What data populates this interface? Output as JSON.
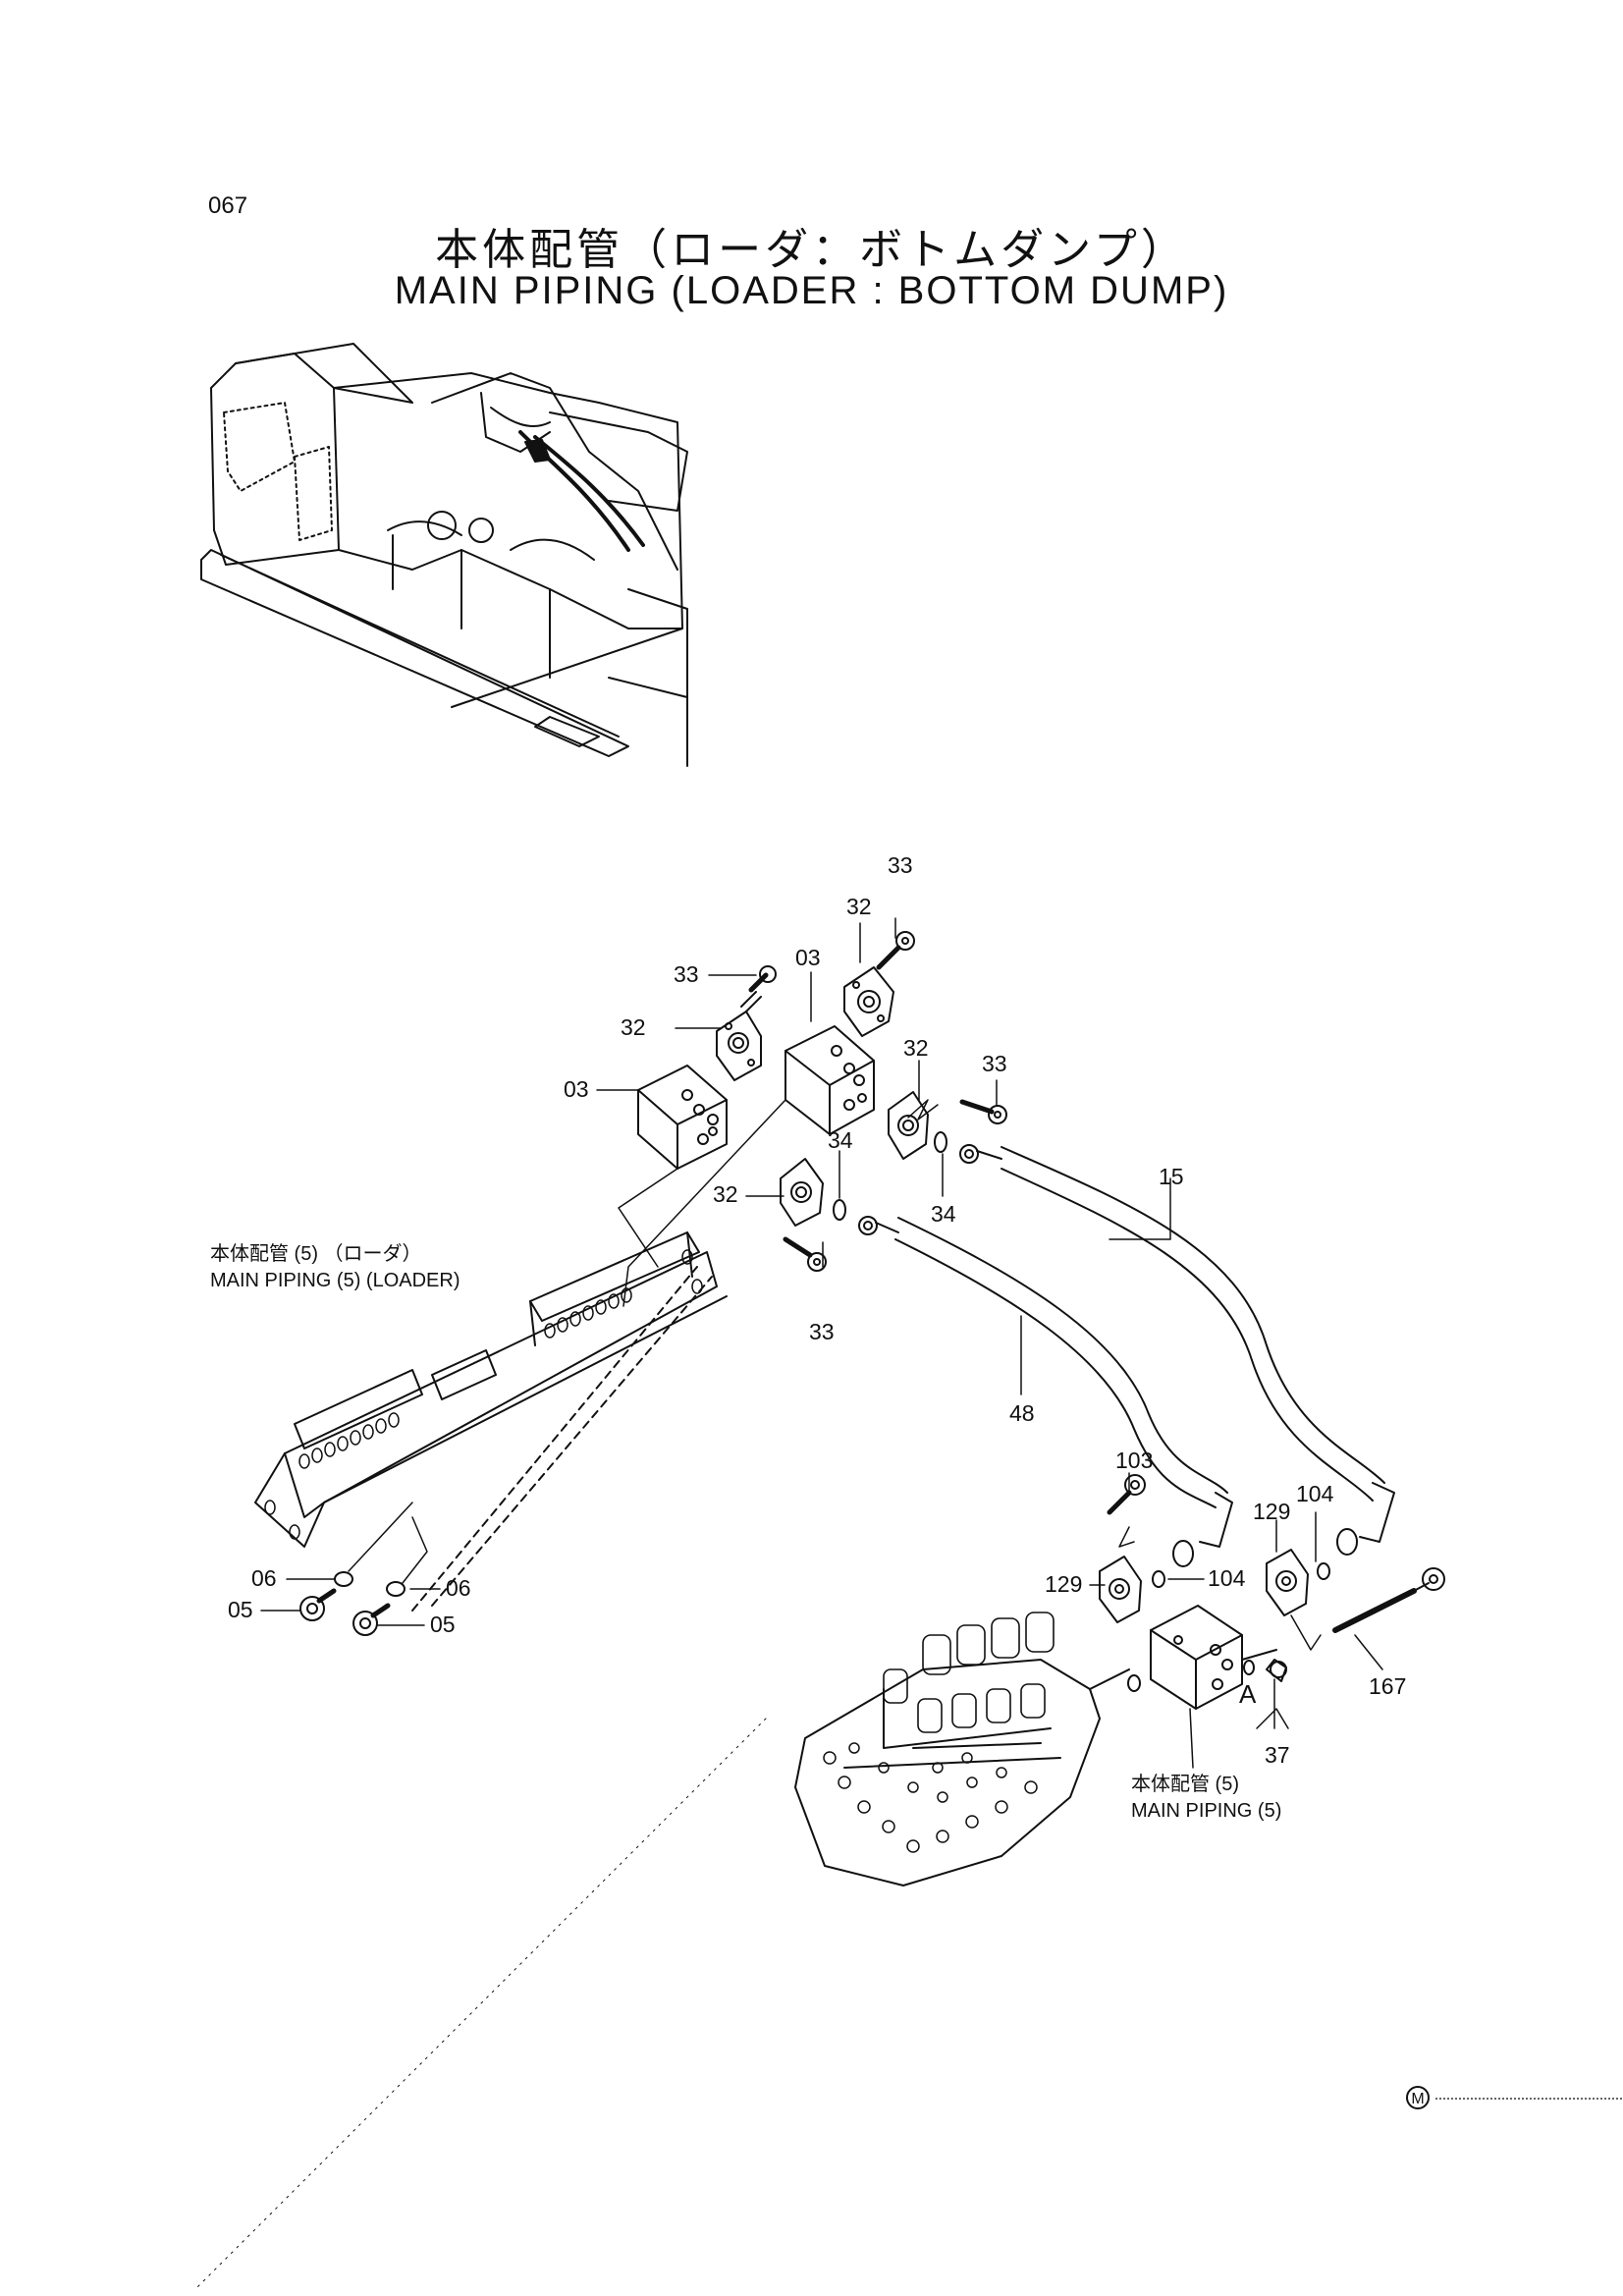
{
  "page_number": "067",
  "title_jp": "本体配管（ローダ：ボトムダンプ）",
  "title_en": "MAIN PIPING (LOADER : BOTTOM DUMP)",
  "part_labels": [
    {
      "id": "33a",
      "text": "33"
    },
    {
      "id": "32a",
      "text": "32"
    },
    {
      "id": "33b",
      "text": "33"
    },
    {
      "id": "03a",
      "text": "03"
    },
    {
      "id": "32b",
      "text": "32"
    },
    {
      "id": "03b",
      "text": "03"
    },
    {
      "id": "32c",
      "text": "32"
    },
    {
      "id": "33c",
      "text": "33"
    },
    {
      "id": "34a",
      "text": "34"
    },
    {
      "id": "34b",
      "text": "34"
    },
    {
      "id": "15",
      "text": "15"
    },
    {
      "id": "32d",
      "text": "32"
    },
    {
      "id": "33d",
      "text": "33"
    },
    {
      "id": "48",
      "text": "48"
    },
    {
      "id": "103",
      "text": "103"
    },
    {
      "id": "129a",
      "text": "129"
    },
    {
      "id": "104a",
      "text": "104"
    },
    {
      "id": "129b",
      "text": "129"
    },
    {
      "id": "104b",
      "text": "104"
    },
    {
      "id": "167",
      "text": "167"
    },
    {
      "id": "37",
      "text": "37"
    },
    {
      "id": "A",
      "text": "A"
    },
    {
      "id": "06a",
      "text": "06"
    },
    {
      "id": "06b",
      "text": "06"
    },
    {
      "id": "05a",
      "text": "05"
    },
    {
      "id": "05b",
      "text": "05"
    }
  ],
  "ref_loader": {
    "jp": "本体配管 (5) （ローダ）",
    "en": "MAIN PIPING (5) (LOADER)"
  },
  "ref_main": {
    "jp": "本体配管 (5)",
    "en": "MAIN PIPING (5)"
  },
  "footer_mark": "M"
}
